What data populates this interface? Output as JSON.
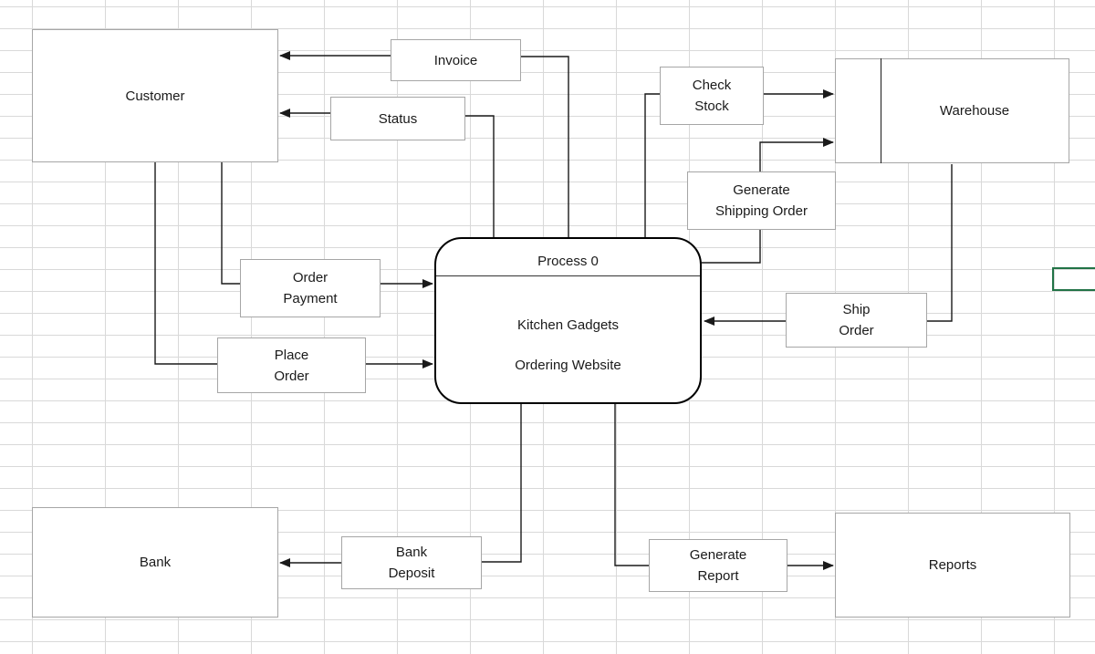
{
  "canvas": {
    "grid_color": "#d9d9d9",
    "selection_border_color": "#217346",
    "line_color": "#1a1a1a"
  },
  "entities": {
    "customer": "Customer",
    "warehouse": "Warehouse",
    "bank": "Bank",
    "reports": "Reports"
  },
  "process": {
    "title": "Process 0",
    "name_line1": "Kitchen Gadgets",
    "name_line2": "Ordering Website"
  },
  "flow_labels": {
    "invoice": "Invoice",
    "status": "Status",
    "check_stock": "Check\nStock",
    "generate_shipping_order": "Generate\nShipping Order",
    "order_payment": "Order\nPayment",
    "place_order": "Place\nOrder",
    "ship_order": "Ship\nOrder",
    "bank_deposit": "Bank\nDeposit",
    "generate_report": "Generate\nReport"
  },
  "flows": [
    {
      "label": "Invoice",
      "from": "Process 0",
      "to": "Customer"
    },
    {
      "label": "Status",
      "from": "Process 0",
      "to": "Customer"
    },
    {
      "label": "Order Payment",
      "from": "Customer",
      "to": "Process 0"
    },
    {
      "label": "Place Order",
      "from": "Customer",
      "to": "Process 0"
    },
    {
      "label": "Check Stock",
      "from": "Process 0",
      "to": "Warehouse"
    },
    {
      "label": "Generate Shipping Order",
      "from": "Process 0",
      "to": "Warehouse"
    },
    {
      "label": "Ship Order",
      "from": "Warehouse",
      "to": "Process 0"
    },
    {
      "label": "Bank Deposit",
      "from": "Process 0",
      "to": "Bank"
    },
    {
      "label": "Generate Report",
      "from": "Process 0",
      "to": "Reports"
    }
  ]
}
